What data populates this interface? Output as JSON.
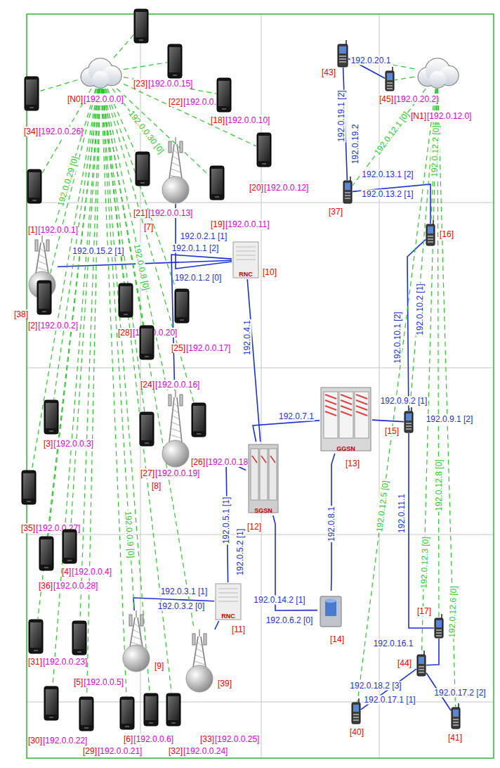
{
  "diagram": {
    "nodes": [
      {
        "text": [
          "[N0]",
          "[192.0.0.0]"
        ]
      },
      {
        "text": [
          "[23]",
          "[192.0.0.15]"
        ]
      },
      {
        "text": [
          "[22]",
          "[192.0.0.14]"
        ]
      },
      {
        "text": [
          "[34]",
          "[192.0.0.26]"
        ]
      },
      {
        "text": [
          "[18]",
          "[192.0.0.10]"
        ]
      },
      {
        "text": [
          "[20]",
          "[192.0.0.12]"
        ]
      },
      {
        "text": [
          "[21]",
          "[192.0.0.13]"
        ]
      },
      {
        "text": [
          "[7]"
        ]
      },
      {
        "text": [
          "[19]",
          "[192.0.0.11]"
        ]
      },
      {
        "text": [
          "[1]",
          "[192.0.0.1]"
        ]
      },
      {
        "text": [
          "[38]"
        ]
      },
      {
        "text": [
          "[10]",
          "RNC"
        ]
      },
      {
        "text": [
          "[2]",
          "[192.0.0.2]"
        ]
      },
      {
        "text": [
          "[28]",
          "[192.0.0.20]"
        ]
      },
      {
        "text": [
          "[25]",
          "[192.0.0.17]"
        ]
      },
      {
        "text": [
          "[24]",
          "[192.0.0.16]"
        ]
      },
      {
        "text": [
          "[8]"
        ]
      },
      {
        "text": [
          "[27]",
          "[192.0.0.19]"
        ]
      },
      {
        "text": [
          "[26]",
          "[192.0.0.18]"
        ]
      },
      {
        "text": [
          "[3]",
          "[192.0.0.3]"
        ]
      },
      {
        "text": [
          "[35]",
          "[192.0.0.27]"
        ]
      },
      {
        "text": [
          "[36]",
          "[192.0.0.28]"
        ]
      },
      {
        "text": [
          "[4]",
          "[192.0.0.4]"
        ]
      },
      {
        "text": [
          "[12]",
          "SGSN"
        ]
      },
      {
        "text": [
          "[13]",
          "GGSN"
        ]
      },
      {
        "text": [
          "[11]",
          "RNC"
        ]
      },
      {
        "text": [
          "[14]"
        ]
      },
      {
        "text": [
          "[31]",
          "[192.0.0.23]"
        ]
      },
      {
        "text": [
          "[5]",
          "[192.0.0.5]"
        ]
      },
      {
        "text": [
          "[9]"
        ]
      },
      {
        "text": [
          "[39]"
        ]
      },
      {
        "text": [
          "[30]",
          "[192.0.0.22]"
        ]
      },
      {
        "text": [
          "[29]",
          "[192.0.0.21]"
        ]
      },
      {
        "text": [
          "[6]",
          "[192.0.0.6]"
        ]
      },
      {
        "text": [
          "[32]",
          "[192.0.0.24]"
        ]
      },
      {
        "text": [
          "[33]",
          "[192.0.0.25]"
        ]
      },
      {
        "text": [
          "[N1]",
          "[192.0.12.0]"
        ]
      },
      {
        "text": [
          "[43]"
        ]
      },
      {
        "text": [
          "[45]",
          "[192.0.20.2]"
        ]
      },
      {
        "text": [
          "[37]"
        ]
      },
      {
        "text": [
          "[16]"
        ]
      },
      {
        "text": [
          "[15]"
        ]
      },
      {
        "text": [
          "[17]"
        ]
      },
      {
        "text": [
          "[44]"
        ]
      },
      {
        "text": [
          "[40]"
        ]
      },
      {
        "text": [
          "[41]"
        ]
      }
    ],
    "edges": [
      {
        "from": 10,
        "to": 11,
        "arrow": "none",
        "label": "192.0.15.2 [1]"
      },
      {
        "from": 7,
        "to": 11,
        "arrow": "none",
        "label": "192.0.1.2 [0]"
      },
      {
        "from": 16,
        "to": 11,
        "arrow": "none",
        "label": "192.0.2.1 [1]"
      },
      {
        "from": 11,
        "to": 23,
        "arrow": "none",
        "label": "192.0.4.1"
      },
      {
        "from": 23,
        "to": 24,
        "arrow": "none",
        "label": "192.0.7.1"
      },
      {
        "from": 24,
        "to": 41,
        "arrow": "none",
        "label": "192.0.9.2 [1]"
      },
      {
        "from": 24,
        "to": 26,
        "arrow": "none",
        "label": "192.0.8.1"
      },
      {
        "from": 23,
        "to": 25,
        "arrow": "none",
        "label": "192.0.5.1 [1]"
      },
      {
        "from": 23,
        "to": 26,
        "arrow": "none",
        "label": "192.0.6.2 [0]"
      },
      {
        "from": 25,
        "to": 29,
        "arrow": "none",
        "label": "192.0.3.1 [1]"
      },
      {
        "from": 25,
        "to": 30,
        "arrow": "none",
        "label": "192.0.14.2 [1]"
      },
      {
        "from": 37,
        "to": 39,
        "arrow": "none",
        "label": "192.0.19.1 [2]"
      },
      {
        "from": 37,
        "to": 38,
        "arrow": "none",
        "label": "192.0.20.1"
      },
      {
        "from": 39,
        "to": 40,
        "arrow": "none",
        "label": "192.0.13.1 [2]"
      },
      {
        "from": 40,
        "to": 41,
        "arrow": "none",
        "label": "192.0.10.1 [2]"
      },
      {
        "from": 41,
        "to": 42,
        "arrow": "none",
        "label": "192.0.11.1"
      },
      {
        "from": 42,
        "to": 43,
        "arrow": "none",
        "label": "192.0.16.1"
      },
      {
        "from": 43,
        "to": 44,
        "arrow": "none",
        "label": "192.0.18.2 [3]"
      },
      {
        "from": 43,
        "to": 45,
        "arrow": "none",
        "label": "192.0.17.2 [2]"
      },
      {
        "from": 0,
        "to": 10,
        "arrow": "none",
        "label": "192.0.0.29 [0]"
      },
      {
        "from": 0,
        "to": 7,
        "arrow": "none",
        "label": "192.0.0.30 [0]"
      },
      {
        "from": 0,
        "to": 16,
        "arrow": "none",
        "label": "192.0.0.8 [0]"
      },
      {
        "from": 0,
        "to": 29,
        "arrow": "none",
        "label": "192.0.0.9 [0]"
      },
      {
        "from": 0,
        "to": 30,
        "arrow": "none"
      },
      {
        "from": 0,
        "to": 1,
        "arrow": "none"
      },
      {
        "from": 0,
        "to": 2,
        "arrow": "none"
      },
      {
        "from": 0,
        "to": 3,
        "arrow": "none"
      },
      {
        "from": 0,
        "to": 4,
        "arrow": "none"
      },
      {
        "from": 0,
        "to": 5,
        "arrow": "none"
      },
      {
        "from": 0,
        "to": 6,
        "arrow": "none"
      },
      {
        "from": 0,
        "to": 8,
        "arrow": "none"
      },
      {
        "from": 0,
        "to": 9,
        "arrow": "none"
      },
      {
        "from": 0,
        "to": 12,
        "arrow": "none"
      },
      {
        "from": 0,
        "to": 13,
        "arrow": "none"
      },
      {
        "from": 0,
        "to": 14,
        "arrow": "none"
      },
      {
        "from": 0,
        "to": 15,
        "arrow": "none"
      },
      {
        "from": 0,
        "to": 17,
        "arrow": "none"
      },
      {
        "from": 0,
        "to": 18,
        "arrow": "none"
      },
      {
        "from": 0,
        "to": 19,
        "arrow": "none"
      },
      {
        "from": 0,
        "to": 20,
        "arrow": "none"
      },
      {
        "from": 0,
        "to": 21,
        "arrow": "none"
      },
      {
        "from": 0,
        "to": 22,
        "arrow": "none"
      },
      {
        "from": 0,
        "to": 27,
        "arrow": "none"
      },
      {
        "from": 0,
        "to": 28,
        "arrow": "none"
      },
      {
        "from": 0,
        "to": 31,
        "arrow": "none"
      },
      {
        "from": 0,
        "to": 32,
        "arrow": "none"
      },
      {
        "from": 0,
        "to": 33,
        "arrow": "none"
      },
      {
        "from": 0,
        "to": 34,
        "arrow": "none"
      },
      {
        "from": 0,
        "to": 35,
        "arrow": "none"
      },
      {
        "from": 36,
        "to": 39,
        "arrow": "none",
        "label": "192.0.12.1 [0]"
      },
      {
        "from": 36,
        "to": 40,
        "arrow": "none",
        "label": "192.0.12.2 [0]"
      },
      {
        "from": 36,
        "to": 44,
        "arrow": "none",
        "label": "192.0.12.5 [0]"
      },
      {
        "from": 36,
        "to": 42,
        "arrow": "none",
        "label": "192.0.12.8 [0]"
      },
      {
        "from": 36,
        "to": 43,
        "arrow": "none",
        "label": "192.0.12.3 [0]"
      },
      {
        "from": 36,
        "to": 45,
        "arrow": "none",
        "label": "192.0.12.6 [0]"
      },
      {
        "from": 36,
        "to": 37,
        "arrow": "none"
      },
      {
        "from": 36,
        "to": 38,
        "arrow": "none"
      },
      {
        "from": 36,
        "to": 41,
        "arrow": "none"
      }
    ],
    "labels": [
      "192.0.1.1 [2]",
      "192.0.5.2 [1]",
      "192.0.3.2 [0]",
      "192.0.9.1 [2]",
      "192.0.19.2",
      "192.0.13.2 [1]",
      "192.0.10.2 [1]",
      "192.0.17.1 [1]"
    ]
  }
}
